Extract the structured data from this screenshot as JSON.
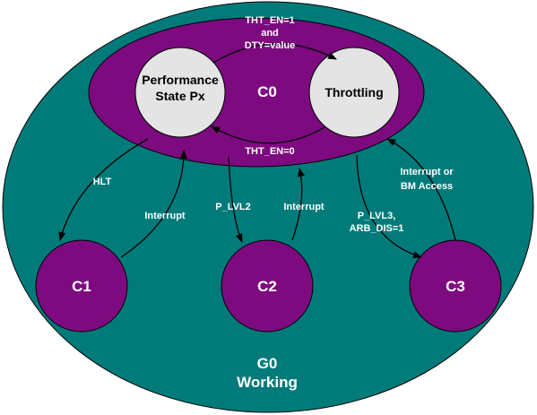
{
  "colors": {
    "working_fill": "#007b7a",
    "state_fill": "#7d0a7f",
    "inner_fill": "#e4e4e4",
    "stroke": "#000000",
    "text_light": "#ffffff",
    "text_dark": "#000000"
  },
  "states": {
    "g0_line1": "G0",
    "g0_line2": "Working",
    "c0": "C0",
    "c1": "C1",
    "c2": "C2",
    "c3": "C3",
    "performance_line1": "Performance",
    "performance_line2": "State Px",
    "throttling": "Throttling"
  },
  "transitions": {
    "tht_en_1_line1": "THT_EN=1",
    "tht_en_1_line2": "and",
    "tht_en_1_line3": "DTY=value",
    "tht_en_0": "THT_EN=0",
    "hlt": "HLT",
    "interrupt_c1": "Interrupt",
    "p_lvl2": "P_LVL2",
    "interrupt_c2": "Interrupt",
    "p_lvl3_line1": "P_LVL3,",
    "p_lvl3_line2": "ARB_DIS=1",
    "interrupt_bm_line1": "Interrupt or",
    "interrupt_bm_line2": "BM Access"
  }
}
